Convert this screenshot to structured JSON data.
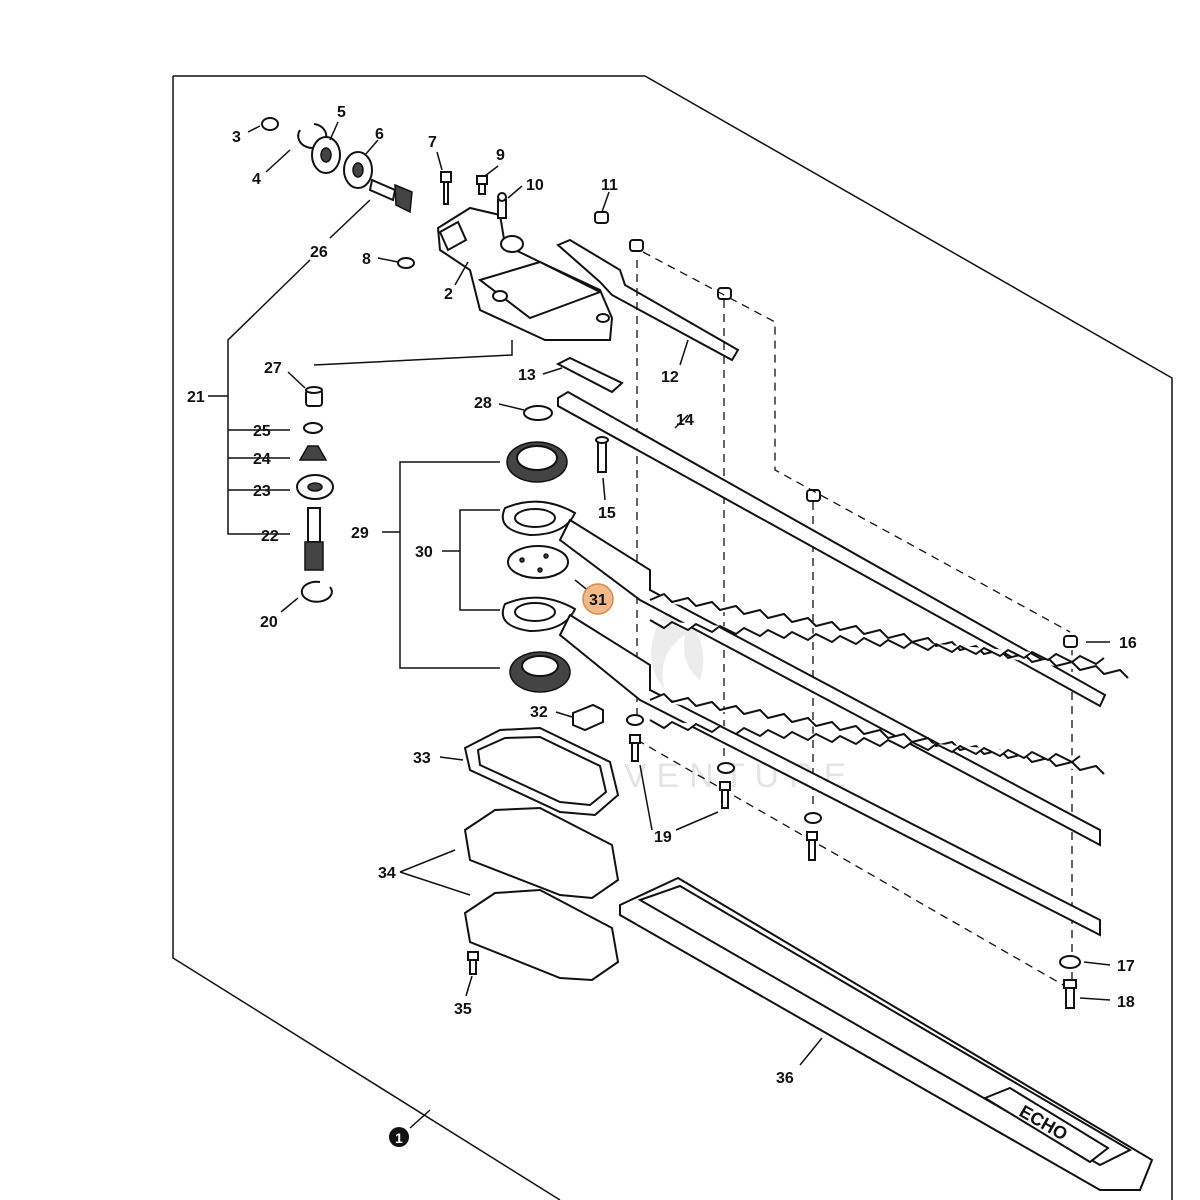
{
  "watermark": "LEADVENTURE",
  "brand_logo": "ECHO",
  "assembly_marker": "1",
  "highlighted_callout": "31",
  "highlight_color": "#f2b98a",
  "callouts": {
    "c2": "2",
    "c3": "3",
    "c4": "4",
    "c5": "5",
    "c6": "6",
    "c7": "7",
    "c8": "8",
    "c9": "9",
    "c10": "10",
    "c11": "11",
    "c12": "12",
    "c13": "13",
    "c14": "14",
    "c15": "15",
    "c16": "16",
    "c17": "17",
    "c18": "18",
    "c19": "19",
    "c20": "20",
    "c21": "21",
    "c22": "22",
    "c23": "23",
    "c24": "24",
    "c25": "25",
    "c26": "26",
    "c27": "27",
    "c28": "28",
    "c29": "29",
    "c30": "30",
    "c31": "31",
    "c32": "32",
    "c33": "33",
    "c34": "34",
    "c35": "35",
    "c36": "36"
  }
}
